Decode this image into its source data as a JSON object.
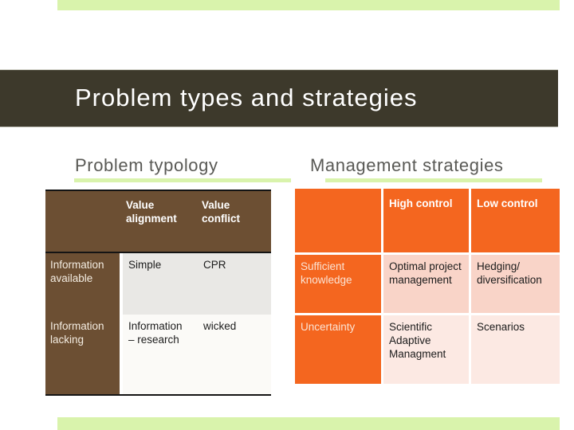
{
  "slide": {
    "title": "Problem types and strategies"
  },
  "colors": {
    "accent-green": "#d9f3ac",
    "banner-olive": "#3d392b",
    "heading-gray": "#595955",
    "table-brown": "#6c4f33",
    "table-orange": "#f4661f",
    "pink-light": "#f9d4c8",
    "pink-lighter": "#fce9e3",
    "gray-cell": "#e9e8e5",
    "white-cell": "#fbfaf7"
  },
  "left": {
    "heading": "Problem typology",
    "table": {
      "header": [
        "",
        "Value alignment",
        "Value conflict"
      ],
      "rows": [
        {
          "label": "Information available",
          "cells": [
            "Simple",
            "CPR"
          ]
        },
        {
          "label": "Information lacking",
          "cells": [
            "Information – research",
            "wicked"
          ]
        }
      ]
    }
  },
  "right": {
    "heading": "Management strategies",
    "table": {
      "header": [
        "",
        "High control",
        "Low control"
      ],
      "rows": [
        {
          "label": "Sufficient knowledge",
          "cells": [
            "Optimal project management",
            "Hedging/ diversification"
          ]
        },
        {
          "label": "Uncertainty",
          "cells": [
            "Scientific Adaptive Managment",
            "Scenarios"
          ]
        }
      ]
    }
  }
}
